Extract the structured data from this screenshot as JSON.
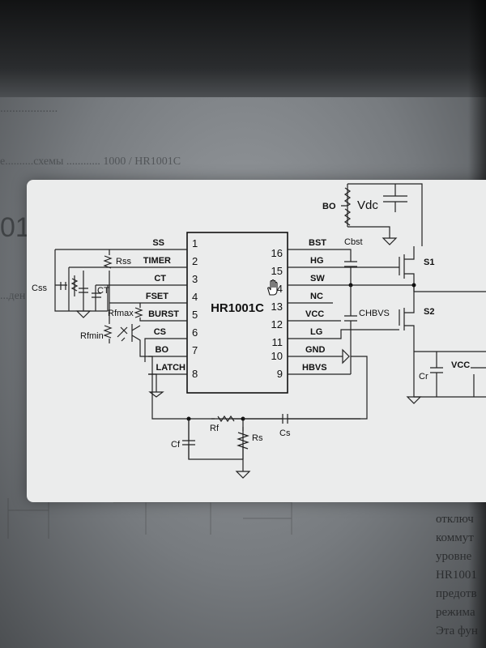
{
  "background": {
    "heading": "...................",
    "subheading": "е..........схемы ............ 1000 / HR1001C",
    "large_text": "01",
    "side_word": "...ден",
    "paragraph_lines": [
      "отключ",
      "коммут",
      "уровне",
      "HR1001",
      "предотв",
      "режима",
      "Эта фун"
    ]
  },
  "schematic": {
    "chip_name": "HR1001C",
    "left_pins": [
      {
        "num": "1",
        "label": "SS"
      },
      {
        "num": "2",
        "label": "TIMER"
      },
      {
        "num": "3",
        "label": "CT"
      },
      {
        "num": "4",
        "label": "FSET"
      },
      {
        "num": "5",
        "label": "BURST"
      },
      {
        "num": "6",
        "label": "CS"
      },
      {
        "num": "7",
        "label": "BO"
      },
      {
        "num": "8",
        "label": "LATCH"
      }
    ],
    "right_pins": [
      {
        "num": "16",
        "label": "BST"
      },
      {
        "num": "15",
        "label": "HG"
      },
      {
        "num": "14",
        "label": "SW"
      },
      {
        "num": "13",
        "label": "NC"
      },
      {
        "num": "12",
        "label": "VCC"
      },
      {
        "num": "11",
        "label": "LG"
      },
      {
        "num": "10",
        "label": "GND"
      },
      {
        "num": "9",
        "label": "HBVS"
      }
    ],
    "components": {
      "bo": "BO",
      "vdc": "Vdc",
      "cbst": "Cbst",
      "chbvs": "CHBVS",
      "s1": "S1",
      "s2": "S2",
      "rss": "Rss",
      "css": "Css",
      "ct": "CT",
      "rfmax": "Rfmax",
      "rfmin": "Rfmin",
      "rf": "Rf",
      "cf": "Cf",
      "rs": "Rs",
      "cs": "Cs",
      "cr": "Cr",
      "vcc": "VCC"
    }
  },
  "icons": {
    "cursor": "hand-cursor-icon"
  }
}
